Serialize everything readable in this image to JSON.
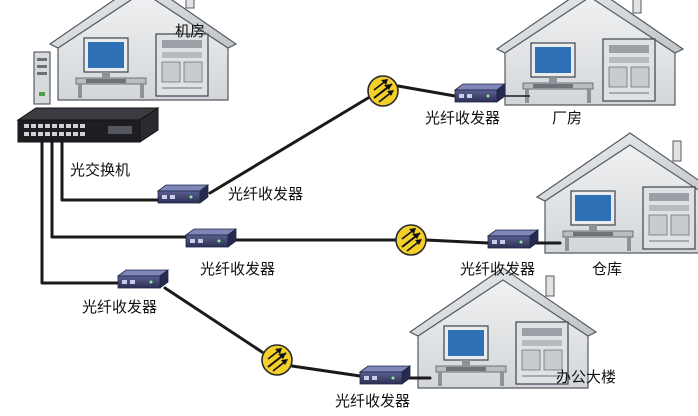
{
  "labels": {
    "server_room": "机房",
    "optical_switch": "光交换机",
    "transceiver": "光纤收发器",
    "factory": "厂房",
    "warehouse": "仓库",
    "office": "办公大楼"
  },
  "colors": {
    "background": "#ffffff",
    "house_wall": "#e4e6e8",
    "house_roof": "#c9cdd1",
    "outline": "#555a60",
    "fiber_line": "#1a1a1a",
    "switch_body": "#1e1e22",
    "transceiver_body": "#3a3f66",
    "splice_fill": "#f3cf2a",
    "monitor_screen": "#2f6fb5"
  },
  "icons": [
    "house-icon",
    "server-tower-icon",
    "network-switch-icon",
    "fiber-transceiver-icon",
    "fiber-splice-icon",
    "monitor-icon"
  ]
}
